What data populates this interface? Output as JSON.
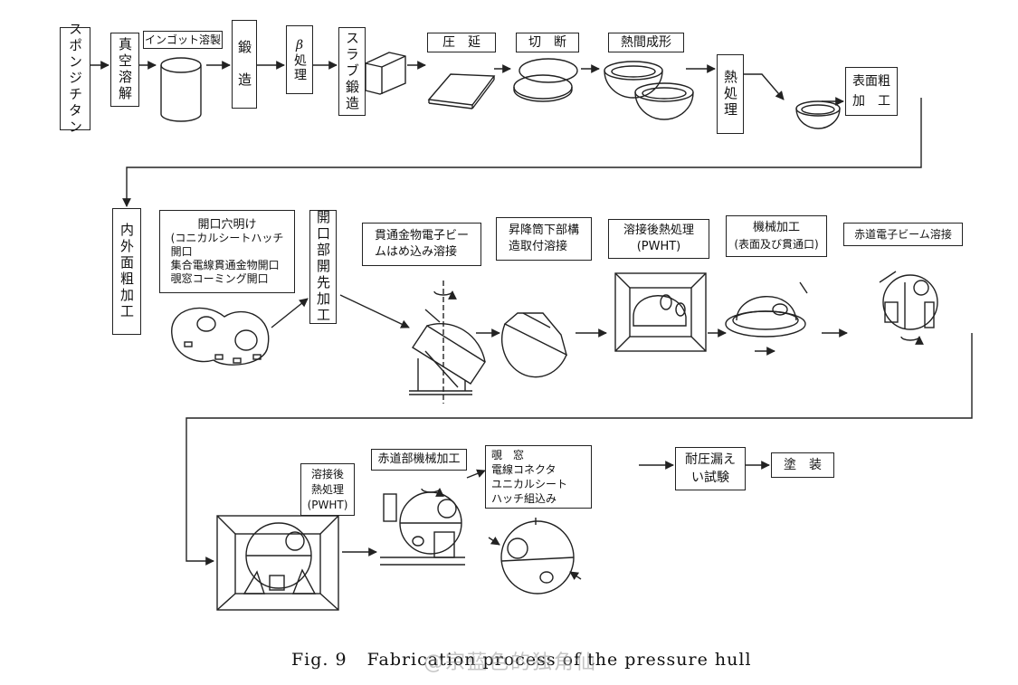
{
  "process_steps": {
    "sponge_titanium": "スポンジチタン",
    "vacuum_melting": "真空溶解",
    "ingot_making": "インゴット溶製",
    "forging": "鍛　造",
    "beta_treatment_symbol": "β",
    "beta_treatment": "処理",
    "slab_forging": "スラブ鍛造",
    "rolling": "圧　延",
    "cutting": "切　断",
    "hot_forming": "熱間成形",
    "heat_treatment": "熱処理",
    "surface_rough_machining": "表面粗\n加　工",
    "inner_outer_rough_machining": "内外面粗加工",
    "opening_holes_title": "開口穴明け",
    "opening_holes_list": "(コニカルシートハッチ\n開口\n集合電線貫通金物開口\n覗窓コーミング開口",
    "opening_edge_machining": "開口部開先加工",
    "penetration_ebw": "貫通金物電子ビー\nムはめ込み溶接",
    "lift_tube_welding": "昇降筒下部構\n造取付溶接",
    "pwht_1": "溶接後熱処理\n(PWHT)",
    "machining_1_title": "機械加工",
    "machining_1_sub": "(表面及び貫通口)",
    "equator_ebw": "赤道電子ビーム溶接",
    "pwht_2": "溶接後\n熱処理\n(PWHT)",
    "equator_machining": "赤道部機械加工",
    "assembly": "覗　窓\n電線コネクタ\nユニカルシート\nハッチ組込み",
    "pressure_leak_test": "耐圧漏え\nい試験",
    "painting": "塗　装"
  },
  "caption": {
    "number": "Fig. 9",
    "title": "Fabrication process of the pressure hull"
  },
  "watermark": "@宗蓝色的独角仙"
}
